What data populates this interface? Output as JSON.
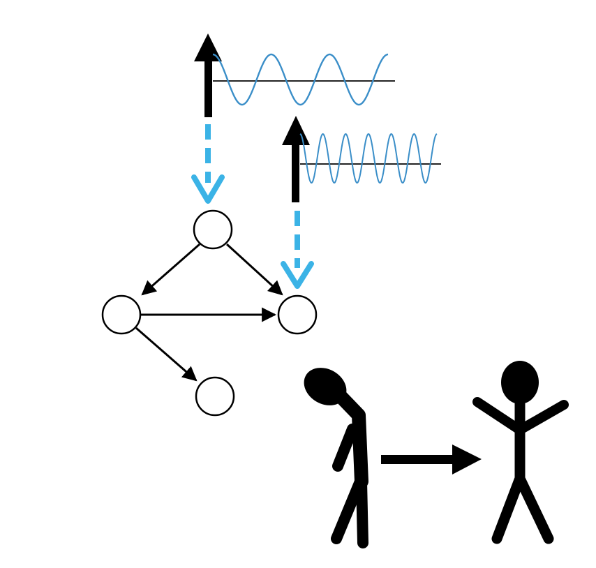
{
  "colors": {
    "background": "#ffffff",
    "stroke": "#000000",
    "accent": "#3bb3e6",
    "wave": "#3a8ec8",
    "node_fill": "#ffffff"
  },
  "icons": {
    "stimulus": "arrow-with-wave-icon",
    "network": "directed-graph",
    "person_before": "slumped-stick-figure-icon",
    "person_after": "celebrating-stick-figure-icon",
    "transition": "right-arrow-icon"
  },
  "stimuli": [
    {
      "name": "low-frequency-stimulus",
      "wave_cycles": 3,
      "target_node": "top"
    },
    {
      "name": "high-frequency-stimulus",
      "wave_cycles": 6,
      "target_node": "right"
    }
  ],
  "graph": {
    "nodes": [
      "top",
      "left",
      "right",
      "bottom"
    ],
    "edges": [
      [
        "top",
        "left"
      ],
      [
        "top",
        "right"
      ],
      [
        "left",
        "right"
      ],
      [
        "left",
        "bottom"
      ]
    ]
  },
  "outcome": {
    "before_state": "slumped",
    "after_state": "arms-raised"
  }
}
